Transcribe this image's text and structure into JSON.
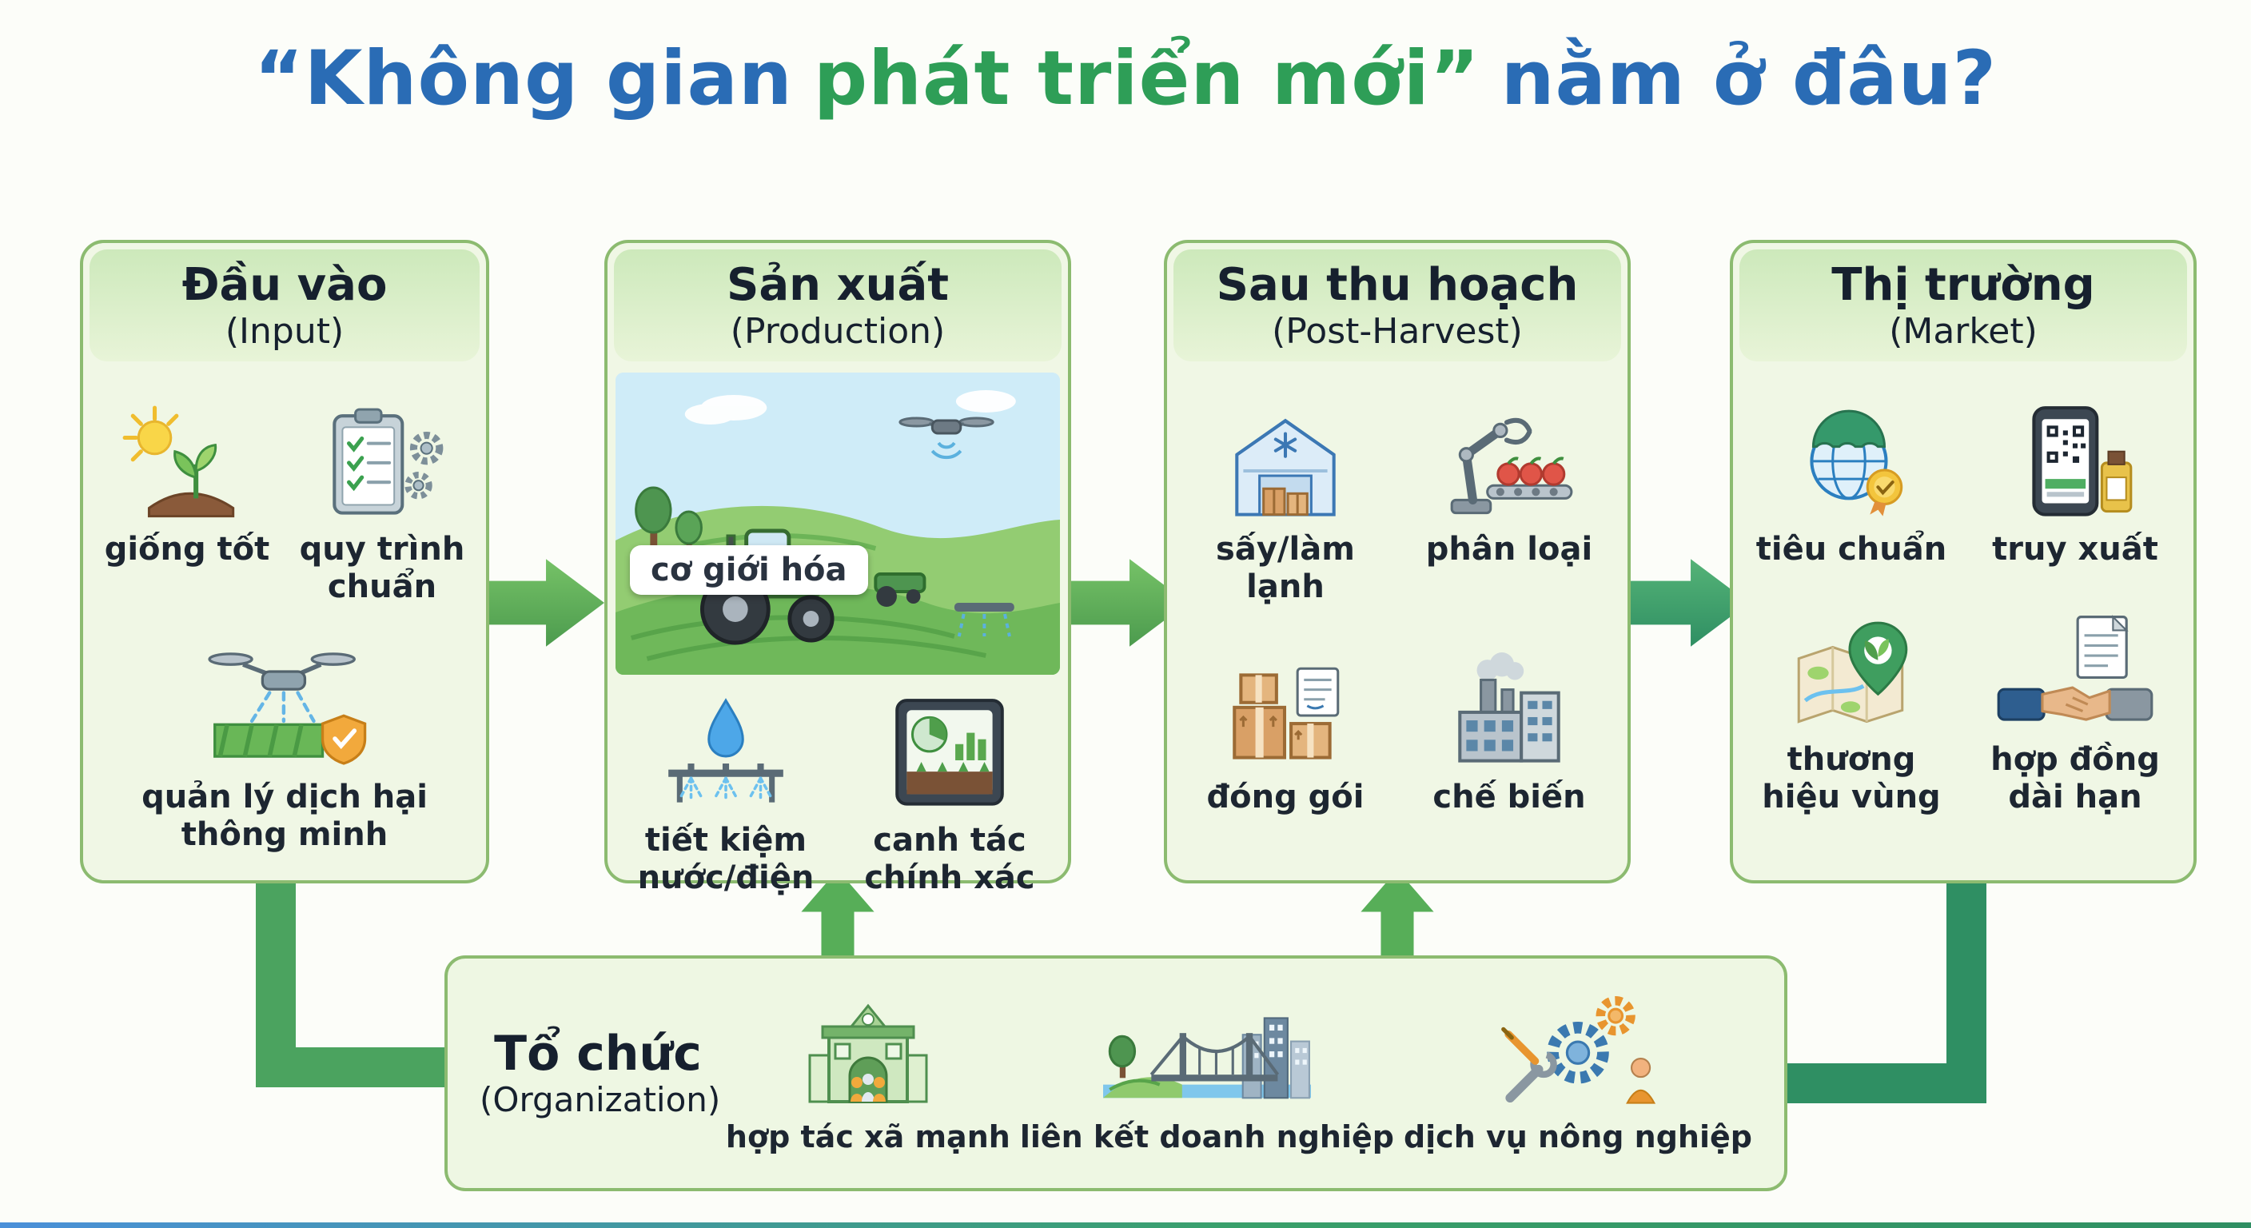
{
  "title": {
    "prefix": "“Không gian",
    "highlight": "phát triển mới”",
    "suffix": "nằm ở đâu?"
  },
  "columns": [
    {
      "title": "Đầu vào",
      "subtitle": "(Input)",
      "items": [
        {
          "icon": "sun-seedling-icon",
          "label": "giống tốt"
        },
        {
          "icon": "clipboard-gears-icon",
          "label": "quy trình chuẩn"
        },
        {
          "icon": "drone-field-shield-icon",
          "label": "quản lý dịch hại thông minh"
        }
      ]
    },
    {
      "title": "Sản xuất",
      "subtitle": "(Production)",
      "scene_label": "cơ giới hóa",
      "items": [
        {
          "icon": "irrigation-icon",
          "label": "tiết kiệm nước/điện"
        },
        {
          "icon": "precision-tablet-icon",
          "label": "canh tác chính xác"
        }
      ]
    },
    {
      "title": "Sau thu hoạch",
      "subtitle": "(Post-Harvest)",
      "items": [
        {
          "icon": "cold-storage-icon",
          "label": "sấy/làm lạnh"
        },
        {
          "icon": "sorting-arm-icon",
          "label": "phân loại"
        },
        {
          "icon": "packaging-icon",
          "label": "đóng gói"
        },
        {
          "icon": "factory-icon",
          "label": "chế biến"
        }
      ]
    },
    {
      "title": "Thị trường",
      "subtitle": "(Market)",
      "items": [
        {
          "icon": "globe-badge-icon",
          "label": "tiêu chuẩn"
        },
        {
          "icon": "qr-phone-icon",
          "label": "truy xuất"
        },
        {
          "icon": "map-pin-icon",
          "label": "thương hiệu vùng"
        },
        {
          "icon": "handshake-contract-icon",
          "label": "hợp đồng dài hạn"
        }
      ]
    }
  ],
  "organization": {
    "title": "Tổ chức",
    "subtitle": "(Organization)",
    "items": [
      {
        "icon": "coop-building-icon",
        "label": "hợp tác xã mạnh"
      },
      {
        "icon": "bridge-link-icon",
        "label": "liên kết doanh nghiệp"
      },
      {
        "icon": "gears-service-icon",
        "label": "dịch vụ nông nghiệp"
      }
    ]
  },
  "colors": {
    "title_blue": "#2a6cb5",
    "title_green": "#2e9e57",
    "box_bg": "#f0f7e5",
    "box_border": "#8cbb70",
    "header_bg": "#cde9bb",
    "arrow_green": "#57ae58",
    "arrow_teal": "#2f8f63"
  }
}
